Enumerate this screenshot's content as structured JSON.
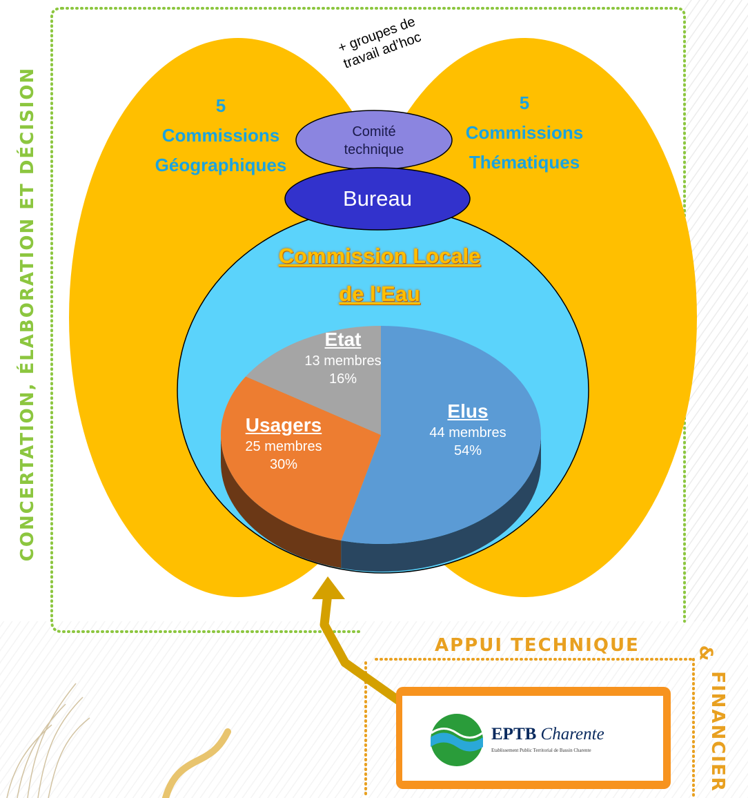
{
  "side_label_left": "CONCERTATION, ÉLABORATION ET DÉCISION",
  "side_label_top": "APPUI TECHNIQUE",
  "side_label_amp": "&",
  "side_label_right": "FINANCIER",
  "adhoc": {
    "line1": "+ groupes de",
    "line2": "travail ad’hoc"
  },
  "left_commission": {
    "count": "5",
    "line1": "Commissions",
    "line2": "Géographiques"
  },
  "right_commission": {
    "count": "5",
    "line1": "Commissions",
    "line2": "Thématiques"
  },
  "comite": {
    "line1": "Comité",
    "line2": "technique"
  },
  "bureau": "Bureau",
  "cle_title": {
    "line1": "Commission Locale",
    "line2": "de l'Eau"
  },
  "chart_data": {
    "type": "pie",
    "slices": [
      {
        "name": "Elus",
        "members": "44 membres",
        "percent": "54%",
        "value": 54,
        "color": "#5b9bd5"
      },
      {
        "name": "Usagers",
        "members": "25 membres",
        "percent": "30%",
        "value": 30,
        "color": "#ed7d31"
      },
      {
        "name": "Etat",
        "members": "13 membres",
        "percent": "16%",
        "value": 16,
        "color": "#a5a5a5"
      }
    ]
  },
  "logo": {
    "title_bold": "EPTB",
    "title_italic": "Charente",
    "subtitle": "Etablissement Public Territorial de Bassin Charente"
  },
  "colors": {
    "outer_ellipse": "#ffbf00",
    "cle_circle": "#5bd3fb",
    "bureau": "#3232cc",
    "comite": "#8b85e0",
    "dotted_border": "#8cc63f",
    "arrow": "#d4a000",
    "logo_frame": "#f7931e"
  }
}
